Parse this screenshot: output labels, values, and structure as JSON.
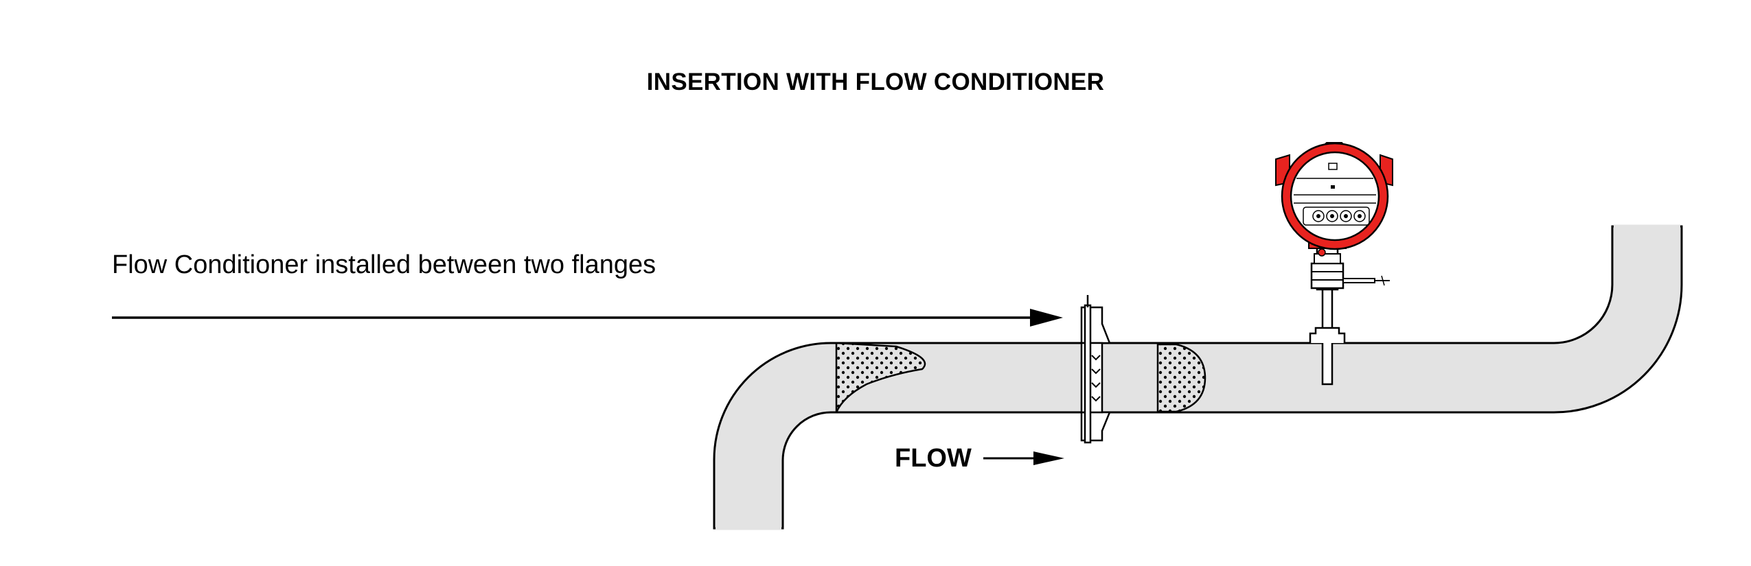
{
  "title": "INSERTION WITH FLOW CONDITIONER",
  "annotation": "Flow Conditioner installed between two flanges",
  "flow_label": "FLOW",
  "colors": {
    "pipe_fill": "#e3e3e3",
    "outline": "#000000",
    "transmitter_red": "#e8231f",
    "background": "#ffffff"
  }
}
